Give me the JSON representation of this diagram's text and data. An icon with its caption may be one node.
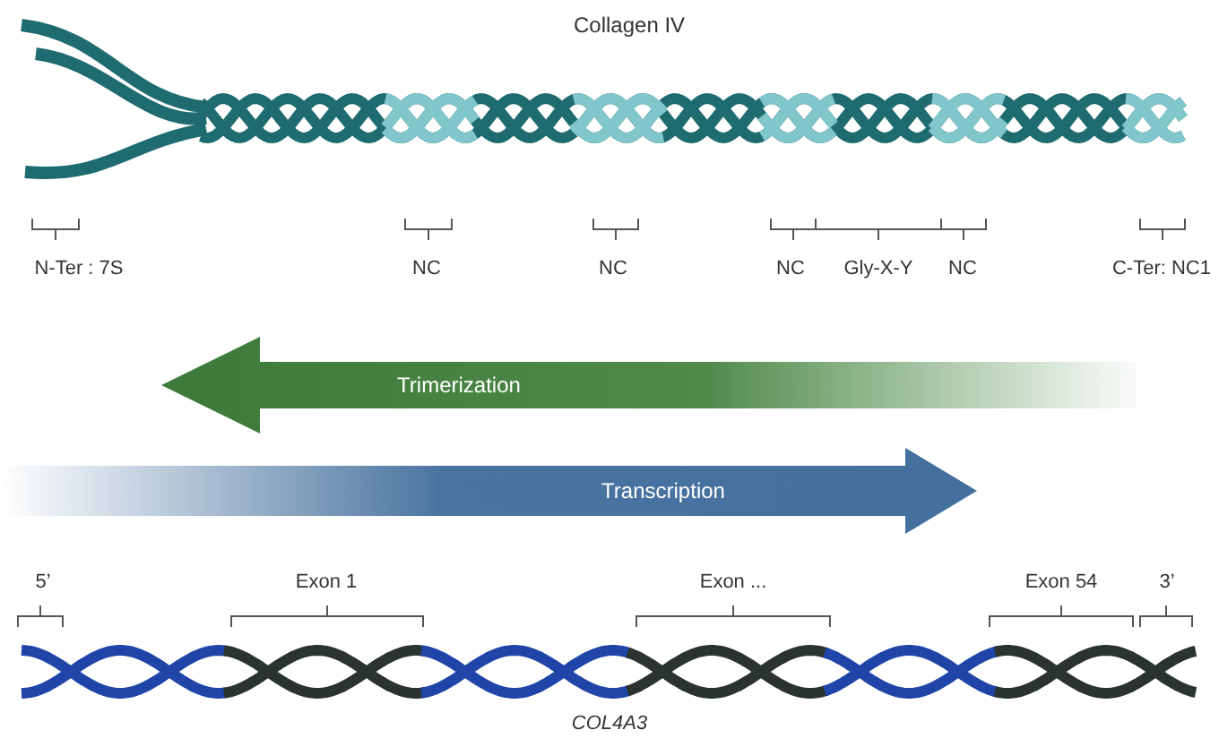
{
  "diagram": {
    "title": "Collagen IV",
    "labels": [
      "N-Ter : 7S",
      "NC",
      "NC",
      "NC",
      "Gly-X-Y",
      "NC",
      "C-Ter: NC1",
      "Trimerization",
      "Transcription",
      "5’",
      "Exon 1",
      "Exon ...",
      "Exon 54",
      "3’",
      "COL4A3"
    ]
  }
}
